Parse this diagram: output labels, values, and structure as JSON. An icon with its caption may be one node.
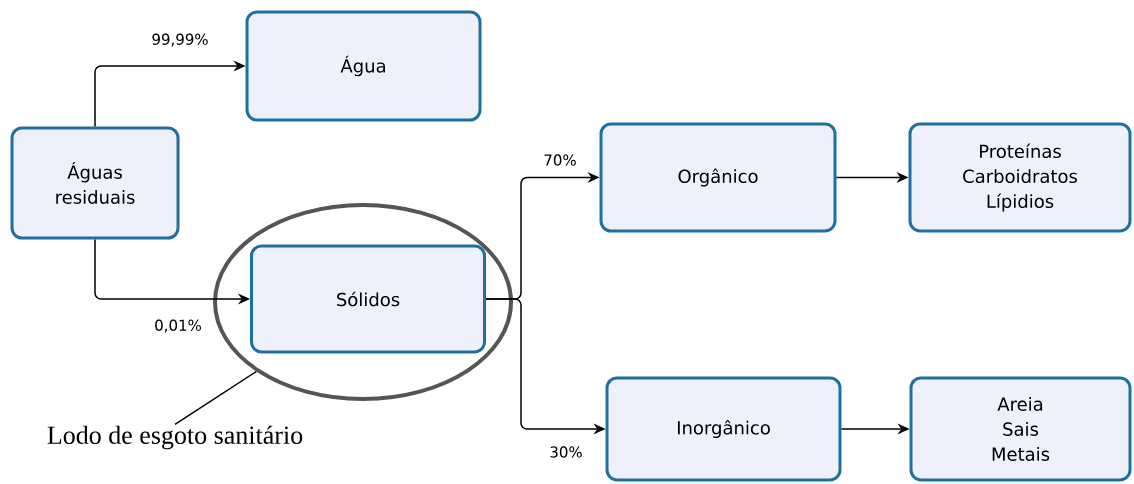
{
  "diagram": {
    "nodes": [
      {
        "text": [
          "Águas residuais"
        ]
      },
      {
        "text": [
          "Água"
        ]
      },
      {
        "text": [],
        "shape": "ellipse"
      },
      {
        "text": [
          "Sólidos"
        ],
        "in": 2
      },
      {
        "text": [
          "Orgânico"
        ]
      },
      {
        "text": [
          "Proteínas Carboidratos Lípidios"
        ]
      },
      {
        "text": [
          "Inorgânico"
        ]
      },
      {
        "text": [
          "Areia Sais Metais"
        ]
      },
      {
        "text": [
          "Lodo de esgoto sanitário"
        ]
      }
    ],
    "edges": [
      {
        "from": 0,
        "to": 1,
        "arrow": "to",
        "label": "99,99%"
      },
      {
        "from": 0,
        "to": 3,
        "arrow": "to",
        "label": "0,01%"
      },
      {
        "from": 3,
        "to": 4,
        "arrow": "to",
        "label": "70%"
      },
      {
        "from": 3,
        "to": 6,
        "arrow": "to",
        "label": "30%"
      },
      {
        "from": 4,
        "to": 5,
        "arrow": "to"
      },
      {
        "from": 6,
        "to": 7,
        "arrow": "to"
      },
      {
        "from": 8,
        "to": 2,
        "arrow": "none"
      }
    ]
  }
}
